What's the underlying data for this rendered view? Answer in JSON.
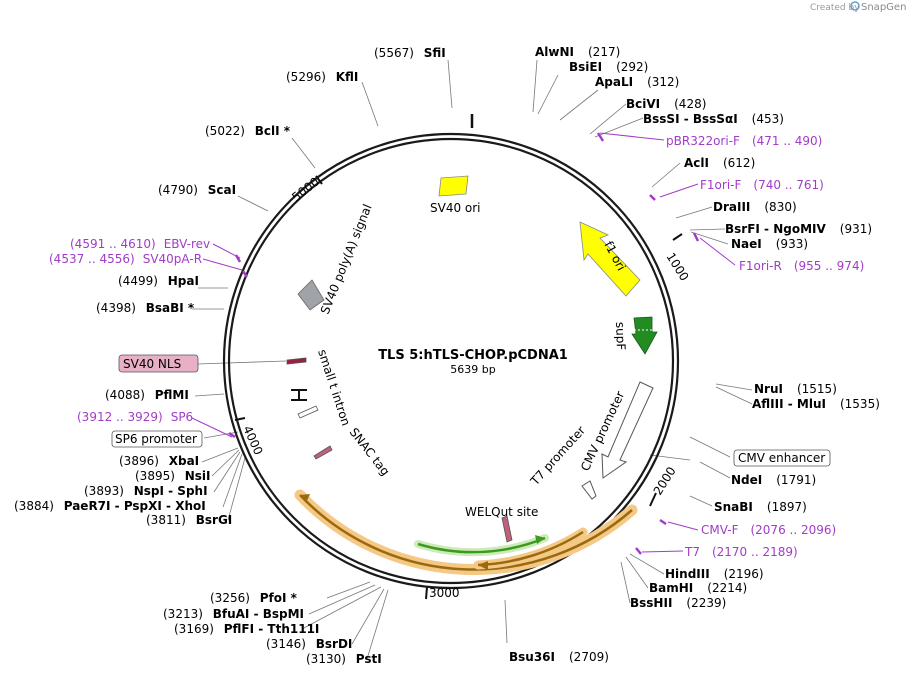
{
  "watermark": {
    "prefix": "Created by",
    "brand": "SnapGene"
  },
  "plasmid": {
    "name": "TLS 5:hTLS-CHOP.pCDNA1",
    "length_label": "5639 bp",
    "length": 5639
  },
  "ticks": [
    {
      "bp": 1000,
      "label": "1000"
    },
    {
      "bp": 2000,
      "label": "2000"
    },
    {
      "bp": 3000,
      "label": "3000"
    },
    {
      "bp": 4000,
      "label": "4000"
    },
    {
      "bp": 5000,
      "label": "5000"
    }
  ],
  "enzymes": [
    {
      "name": "SfiI",
      "pos": "(5567)",
      "bp": 5567
    },
    {
      "name": "KflI",
      "pos": "(5296)",
      "bp": 5296
    },
    {
      "name": "BclI *",
      "pos": "(5022)",
      "bp": 5022
    },
    {
      "name": "ScaI",
      "pos": "(4790)",
      "bp": 4790
    },
    {
      "name": "HpaI",
      "pos": "(4499)",
      "bp": 4499
    },
    {
      "name": "BsaBI *",
      "pos": "(4398)",
      "bp": 4398
    },
    {
      "name": "PflMI",
      "pos": "(4088)",
      "bp": 4088
    },
    {
      "name": "XbaI",
      "pos": "(3896)",
      "bp": 3896
    },
    {
      "name": "NsiI",
      "pos": "(3895)",
      "bp": 3895
    },
    {
      "name": "NspI  -  SphI",
      "pos": "(3893)",
      "bp": 3893
    },
    {
      "name": "PaeR7I  -  PspXI  -  XhoI",
      "pos": "(3884)",
      "bp": 3884
    },
    {
      "name": "BsrGI",
      "pos": "(3811)",
      "bp": 3811
    },
    {
      "name": "PfoI *",
      "pos": "(3256)",
      "bp": 3256
    },
    {
      "name": "BfuAI  -  BspMI",
      "pos": "(3213)",
      "bp": 3213
    },
    {
      "name": "PflFI  -  Tth111I",
      "pos": "(3169)",
      "bp": 3169
    },
    {
      "name": "BsrDI",
      "pos": "(3146)",
      "bp": 3146
    },
    {
      "name": "PstI",
      "pos": "(3130)",
      "bp": 3130
    },
    {
      "name": "Bsu36I",
      "pos": "(2709)",
      "bp": 2709
    },
    {
      "name": "AlwNI",
      "pos": "(217)",
      "bp": 217
    },
    {
      "name": "BsiEI",
      "pos": "(292)",
      "bp": 292
    },
    {
      "name": "ApaLI",
      "pos": "(312)",
      "bp": 312
    },
    {
      "name": "BciVI",
      "pos": "(428)",
      "bp": 428
    },
    {
      "name": "BssSI  -  BssSαI",
      "pos": "(453)",
      "bp": 453
    },
    {
      "name": "AclI",
      "pos": "(612)",
      "bp": 612
    },
    {
      "name": "DraIII",
      "pos": "(830)",
      "bp": 830
    },
    {
      "name": "BsrFI  -  NgoMIV",
      "pos": "(931)",
      "bp": 931
    },
    {
      "name": "NaeI",
      "pos": "(933)",
      "bp": 933
    },
    {
      "name": "NruI",
      "pos": "(1515)",
      "bp": 1515
    },
    {
      "name": "AflIII  -  MluI",
      "pos": "(1535)",
      "bp": 1535
    },
    {
      "name": "NdeI",
      "pos": "(1791)",
      "bp": 1791
    },
    {
      "name": "SnaBI",
      "pos": "(1897)",
      "bp": 1897
    },
    {
      "name": "HindIII",
      "pos": "(2196)",
      "bp": 2196
    },
    {
      "name": "BamHI",
      "pos": "(2214)",
      "bp": 2214
    },
    {
      "name": "BssHII",
      "pos": "(2239)",
      "bp": 2239
    }
  ],
  "primers": [
    {
      "name": "pBR322ori-F",
      "range": "(471 .. 490)"
    },
    {
      "name": "F1ori-F",
      "range": "(740 .. 761)"
    },
    {
      "name": "F1ori-R",
      "range": "(955 .. 974)"
    },
    {
      "name": "CMV-F",
      "range": "(2076 .. 2096)"
    },
    {
      "name": "T7",
      "range": "(2170 .. 2189)"
    },
    {
      "name": "EBV-rev",
      "range": "(4591 .. 4610)"
    },
    {
      "name": "SV40pA-R",
      "range": "(4537 .. 4556)"
    },
    {
      "name": "SP6",
      "range": "(3912 .. 3929)"
    }
  ],
  "boxed_features": [
    {
      "name": "SV40 NLS"
    },
    {
      "name": "SP6 promoter"
    },
    {
      "name": "CMV enhancer"
    }
  ],
  "features": [
    {
      "name": "SV40 ori",
      "color": "#ffff00"
    },
    {
      "name": "f1 ori",
      "color": "#ffff00"
    },
    {
      "name": "supF",
      "color": "#228b22"
    },
    {
      "name": "CMV promoter",
      "color": "#ffffff"
    },
    {
      "name": "T7 promoter",
      "color": "#ffffff"
    },
    {
      "name": "WELQut site",
      "color": "#c0607a"
    },
    {
      "name": "SNAC tag",
      "color": "#c0607a"
    },
    {
      "name": "small t intron",
      "color": "#ffffff"
    },
    {
      "name": "SV40 poly(A) signal",
      "color": "#a0a4a8"
    }
  ],
  "colors": {
    "backbone": "#1a1a1a",
    "primer": "#a23cc8",
    "orf_highlight": "#f5c985",
    "orf_arrow": "#b8860b",
    "green_arrow": "#3a9a22"
  }
}
